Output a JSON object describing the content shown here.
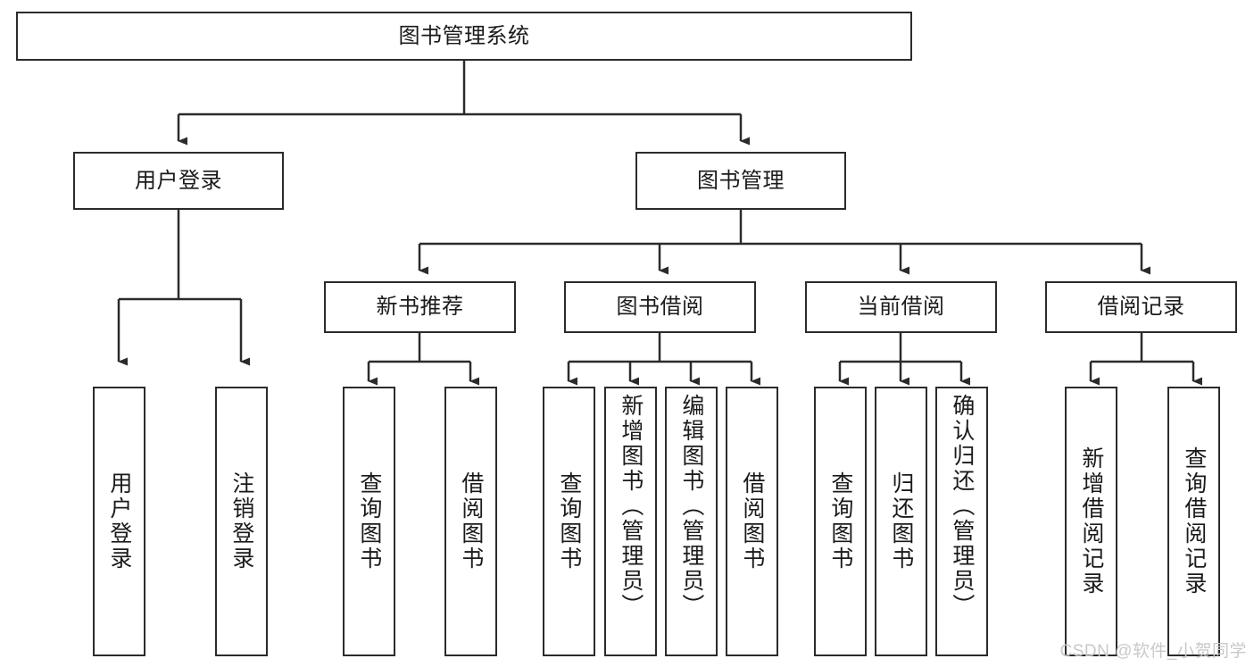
{
  "diagram": {
    "type": "tree",
    "title": "图书管理系统",
    "root": {
      "id": "root",
      "label": "图书管理系统"
    },
    "level2": [
      {
        "id": "user-login",
        "label": "用户登录"
      },
      {
        "id": "book-manage",
        "label": "图书管理"
      }
    ],
    "level3": [
      {
        "id": "new-book-recommend",
        "label": "新书推荐",
        "parent": "book-manage"
      },
      {
        "id": "book-borrow",
        "label": "图书借阅",
        "parent": "book-manage"
      },
      {
        "id": "current-borrow",
        "label": "当前借阅",
        "parent": "book-manage"
      },
      {
        "id": "borrow-record",
        "label": "借阅记录",
        "parent": "book-manage"
      }
    ],
    "leaves": [
      {
        "id": "leaf-user-login",
        "label": "用户登录",
        "parent": "user-login"
      },
      {
        "id": "leaf-logout",
        "label": "注销登录",
        "parent": "user-login"
      },
      {
        "id": "leaf-query-book-1",
        "label": "查询图书",
        "parent": "new-book-recommend"
      },
      {
        "id": "leaf-borrow-book-1",
        "label": "借阅图书",
        "parent": "new-book-recommend"
      },
      {
        "id": "leaf-query-book-2",
        "label": "查询图书",
        "parent": "book-borrow"
      },
      {
        "id": "leaf-add-book",
        "label": "新增图书（管理员）",
        "parent": "book-borrow"
      },
      {
        "id": "leaf-edit-book",
        "label": "编辑图书（管理员）",
        "parent": "book-borrow"
      },
      {
        "id": "leaf-borrow-book-2",
        "label": "借阅图书",
        "parent": "book-borrow"
      },
      {
        "id": "leaf-query-book-3",
        "label": "查询图书",
        "parent": "current-borrow"
      },
      {
        "id": "leaf-return-book",
        "label": "归还图书",
        "parent": "current-borrow"
      },
      {
        "id": "leaf-confirm-return",
        "label": "确认归还（管理员）",
        "parent": "current-borrow"
      },
      {
        "id": "leaf-add-record",
        "label": "新增借阅记录",
        "parent": "borrow-record"
      },
      {
        "id": "leaf-query-record",
        "label": "查询借阅记录",
        "parent": "borrow-record"
      }
    ]
  },
  "watermark": {
    "text": "CSDN @软件_小贺同学"
  },
  "colors": {
    "stroke": "#2b2b2b",
    "fill": "#ffffff",
    "text": "#1a1a1a",
    "watermark": "#c9c9c9"
  }
}
